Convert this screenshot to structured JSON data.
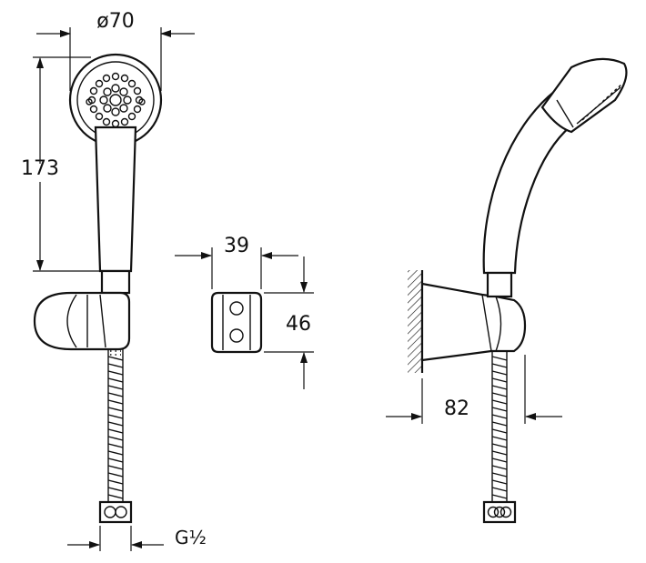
{
  "dimensions": {
    "diameter": "ø70",
    "height": "173",
    "holder_width": "39",
    "holder_height": "46",
    "projection": "82",
    "thread": "G½"
  }
}
